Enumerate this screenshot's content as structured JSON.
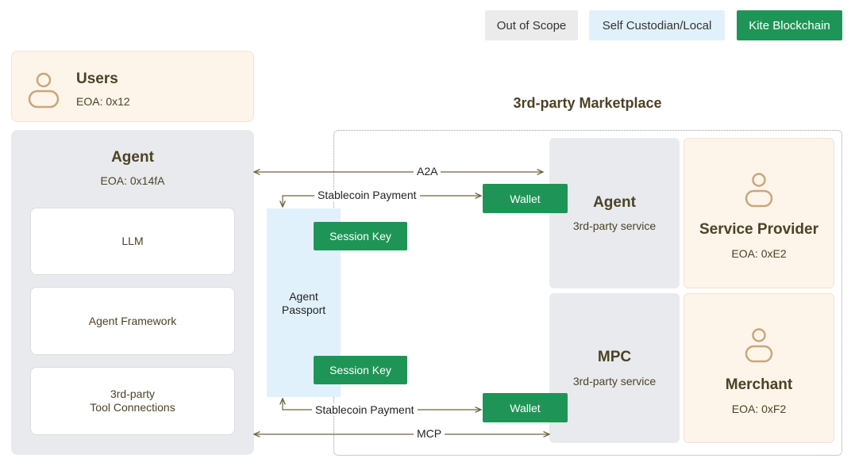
{
  "legend": {
    "out_of_scope": "Out of Scope",
    "self_custodian": "Self Custodian/Local",
    "kite_blockchain": "Kite Blockchain"
  },
  "users": {
    "title": "Users",
    "eoa": "EOA: 0x12"
  },
  "agent": {
    "title": "Agent",
    "eoa": "EOA: 0x14fA",
    "components": [
      "LLM",
      "Agent Framework",
      "3rd-party\nTool Connections"
    ]
  },
  "marketplace": {
    "title": "3rd-party Marketplace"
  },
  "flows": {
    "a2a": "A2A",
    "mcp": "MCP",
    "stablecoin_top": "Stablecoin Payment",
    "stablecoin_bottom": "Stablecoin Payment"
  },
  "passport": {
    "label": "Agent\nPassport"
  },
  "session_key_top": "Session Key",
  "session_key_bottom": "Session Key",
  "wallet_top": "Wallet",
  "wallet_bottom": "Wallet",
  "services": [
    {
      "title": "Agent",
      "sub": "3rd-party service"
    },
    {
      "title": "MPC",
      "sub": "3rd-party service"
    }
  ],
  "providers": [
    {
      "title": "Service Provider",
      "eoa": "EOA: 0xE2"
    },
    {
      "title": "Merchant",
      "eoa": "EOA: 0xF2"
    }
  ],
  "colors": {
    "kite_green": "#1e9557",
    "self_custodian_blue": "#e1f1fb",
    "out_of_scope_gray": "#ebebeb",
    "user_peach": "#fdf4ea",
    "icon_tan": "#c9a77a"
  }
}
